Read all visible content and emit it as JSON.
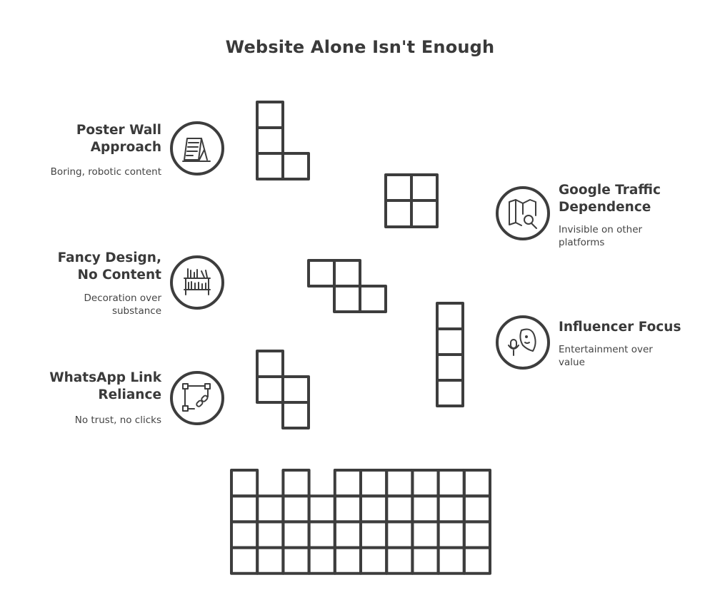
{
  "title": "Website Alone Isn't Enough",
  "items": [
    {
      "heading": "Poster Wall Approach",
      "heading_lines": [
        "Poster Wall",
        "Approach"
      ],
      "description": "Boring, robotic content",
      "desc_lines": [
        "Boring, robotic content"
      ],
      "icon": "poster-easel-icon"
    },
    {
      "heading": "Fancy Design, No Content",
      "heading_lines": [
        "Fancy Design,",
        "No Content"
      ],
      "description": "Decoration over substance",
      "desc_lines": [
        "Decoration over",
        "substance"
      ],
      "icon": "bookshelf-icon"
    },
    {
      "heading": "WhatsApp Link Reliance",
      "heading_lines": [
        "WhatsApp Link",
        "Reliance"
      ],
      "description": "No trust, no clicks",
      "desc_lines": [
        "No trust, no clicks"
      ],
      "icon": "link-frame-icon"
    },
    {
      "heading": "Google Traffic Dependence",
      "heading_lines": [
        "Google Traffic",
        "Dependence"
      ],
      "description": "Invisible on other platforms",
      "desc_lines": [
        "Invisible on other",
        "platforms"
      ],
      "icon": "map-search-icon"
    },
    {
      "heading": "Influencer Focus",
      "heading_lines": [
        "Influencer Focus"
      ],
      "description": "Entertainment over value",
      "desc_lines": [
        "Entertainment over",
        "value"
      ],
      "icon": "influencer-mic-icon"
    }
  ],
  "colors": {
    "stroke": "#3d3d3d",
    "background": "#ffffff",
    "text": "#3a3a3a"
  }
}
